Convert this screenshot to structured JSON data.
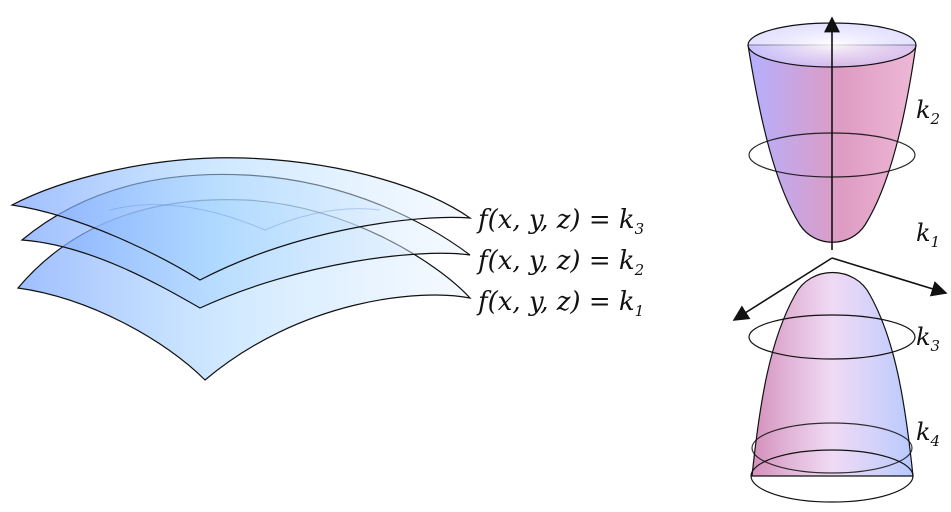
{
  "left_panel": {
    "surface_labels": [
      {
        "lhs": "f(x, y, z) = k",
        "sub": "3"
      },
      {
        "lhs": "f(x, y, z) = k",
        "sub": "2"
      },
      {
        "lhs": "f(x, y, z) = k",
        "sub": "1"
      }
    ]
  },
  "right_panel": {
    "level_labels": [
      {
        "base": "k",
        "sub": "2"
      },
      {
        "base": "k",
        "sub": "1"
      },
      {
        "base": "k",
        "sub": "3"
      },
      {
        "base": "k",
        "sub": "4"
      }
    ]
  },
  "colors": {
    "surface_fill_light": "#eaf4ff",
    "surface_fill_dark": "#7fa8ff",
    "upper_bowl_pink": "#d889b8",
    "upper_bowl_blue": "#a7a2ff",
    "lower_bowl_pink": "#c56aa3",
    "lower_bowl_blue": "#9fb7ff",
    "stroke": "#111111"
  }
}
